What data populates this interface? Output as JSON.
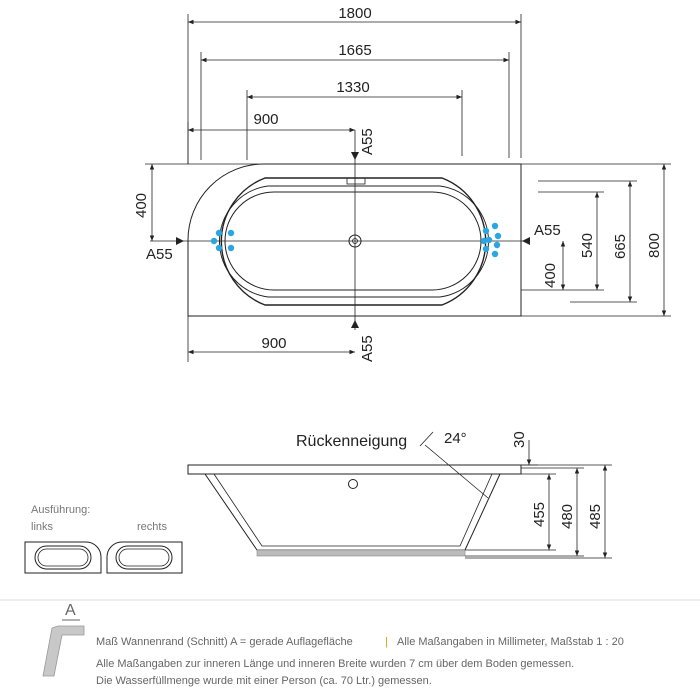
{
  "top_view": {
    "dim_total_length": "1800",
    "dim_1665": "1665",
    "dim_1330": "1330",
    "dim_900_top": "900",
    "dim_900_bottom": "900",
    "dim_left_400": "400",
    "section_a55_top": "A55",
    "section_a55_bottom": "A55",
    "section_a55_left": "A55",
    "section_a55_right": "A55",
    "dim_right_400": "400",
    "dim_540": "540",
    "dim_665": "665",
    "dim_800": "800",
    "jet_color": "#2aa7e0"
  },
  "side_view": {
    "backrest_label": "Rückenneigung",
    "backrest_angle": "24°",
    "dim_30": "30",
    "dim_455": "455",
    "dim_480": "480",
    "dim_485": "485"
  },
  "variants": {
    "title": "Ausführung:",
    "left": "links",
    "right": "rechts"
  },
  "legend": {
    "detail_label": "A",
    "line1_a": "Maß Wannenrand (Schnitt) A = gerade Auflagefläche",
    "line1_sep": "|",
    "line1_b": "Alle Maßangaben in Millimeter, Maßstab 1 : 20",
    "line2": "Alle Maßangaben zur inneren Länge und inneren Breite wurden 7 cm über dem Boden gemessen.",
    "line3": "Die Wasserfüllmenge wurde mit einer Person (ca. 70 Ltr.) gemessen."
  }
}
